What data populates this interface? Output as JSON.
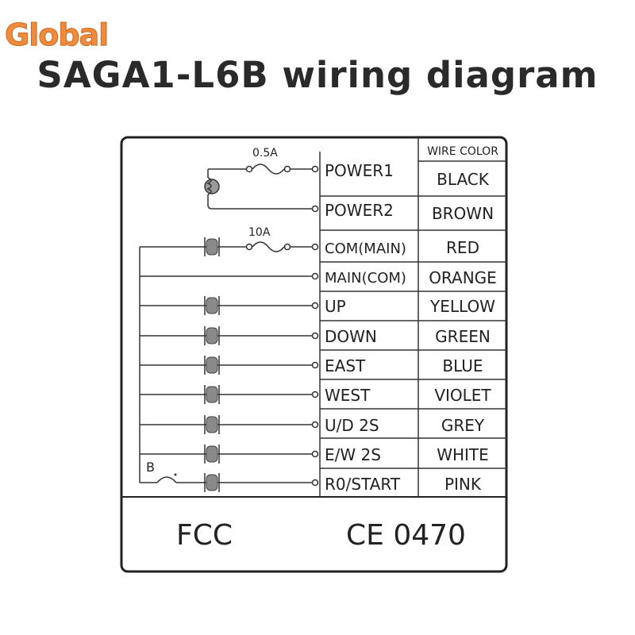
{
  "brand": {
    "logo_text": "Global",
    "logo_color": "#f08a3c"
  },
  "title": "SAGA1-L6B wiring diagram",
  "table": {
    "header": "WIRE COLOR",
    "rows": [
      {
        "terminal": "POWER1",
        "color": "BLACK"
      },
      {
        "terminal": "POWER2",
        "color": "BROWN"
      },
      {
        "terminal": "COM(MAIN)",
        "color": "RED"
      },
      {
        "terminal": "MAIN(COM)",
        "color": "ORANGE"
      },
      {
        "terminal": "UP",
        "color": "YELLOW"
      },
      {
        "terminal": "DOWN",
        "color": "GREEN"
      },
      {
        "terminal": "EAST",
        "color": "BLUE"
      },
      {
        "terminal": "WEST",
        "color": "VIOLET"
      },
      {
        "terminal": "U/D  2S",
        "color": "GREY"
      },
      {
        "terminal": "E/W  2S",
        "color": "WHITE"
      },
      {
        "terminal": "R0/START",
        "color": "PINK"
      }
    ]
  },
  "fuses": {
    "power_fuse": "0.5A",
    "com_fuse": "10A"
  },
  "switch_label": "B",
  "certifications": {
    "fcc": "FCC",
    "ce": "CE 0470"
  }
}
